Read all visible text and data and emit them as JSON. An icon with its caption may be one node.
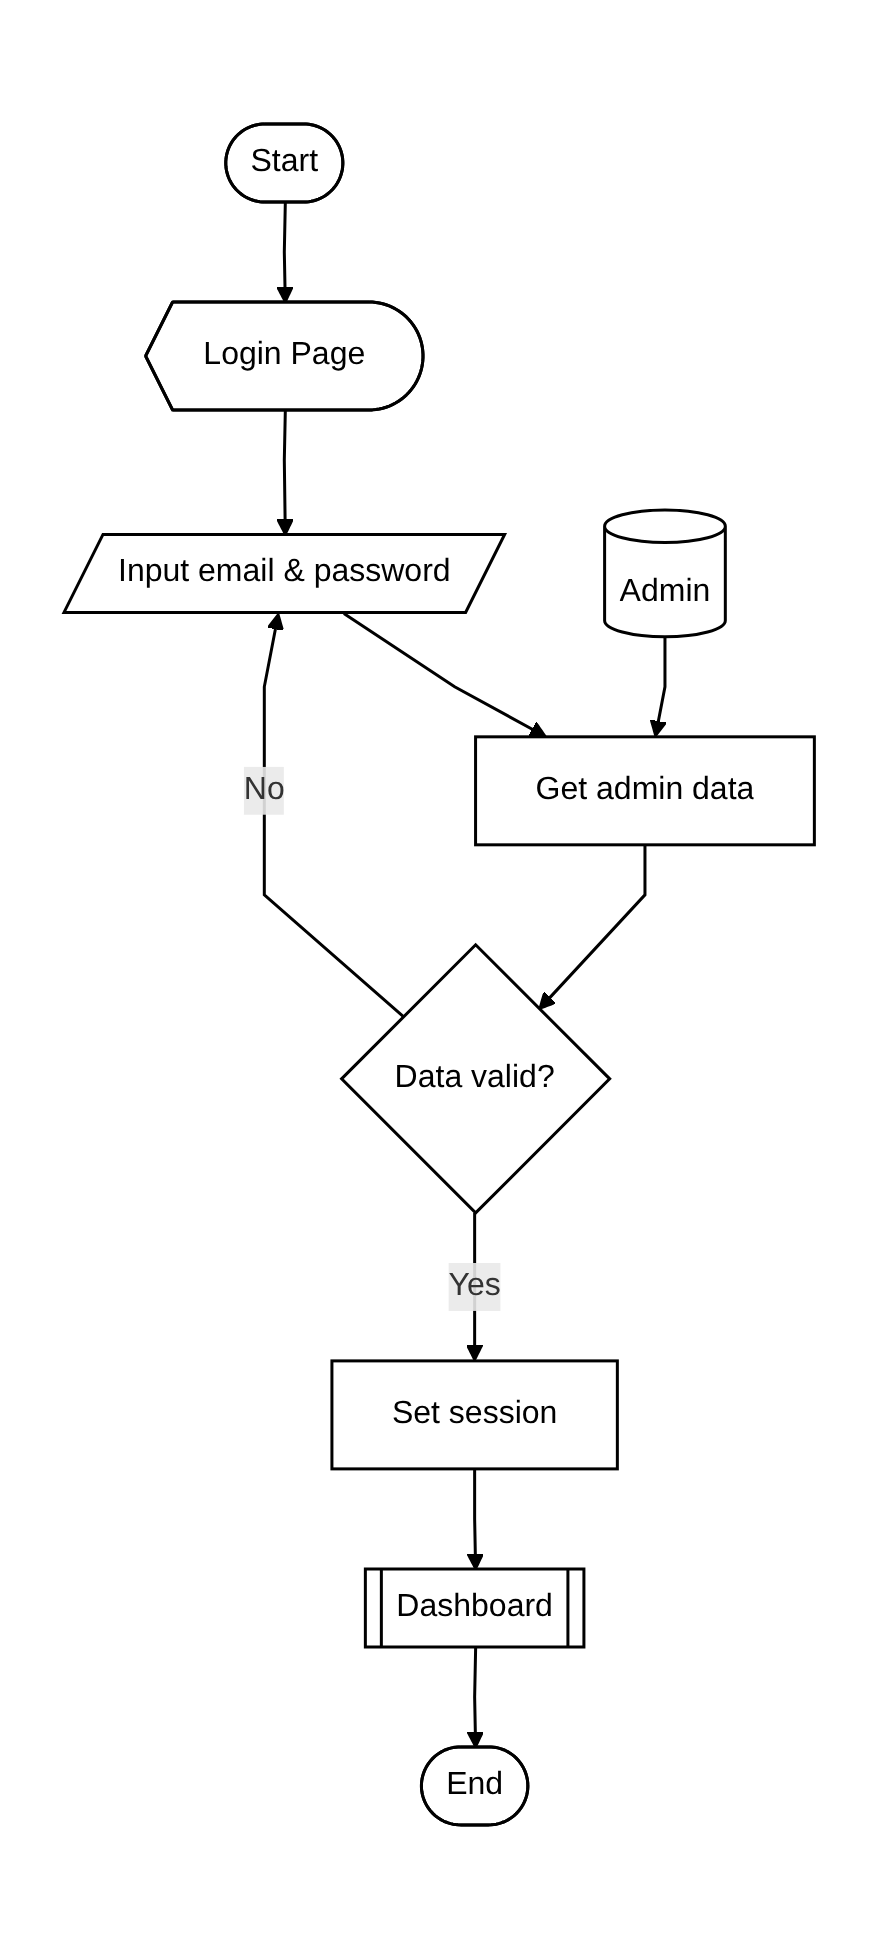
{
  "diagram": {
    "nodes": [
      {
        "text": [
          "Start"
        ]
      },
      {
        "text": [
          "Login Page"
        ]
      },
      {
        "text": [
          "Input email & password"
        ]
      },
      {
        "text": [
          "Admin"
        ]
      },
      {
        "text": [
          "Get admin data"
        ]
      },
      {
        "text": [
          "Data valid?"
        ]
      },
      {
        "text": [
          "Set session"
        ]
      },
      {
        "text": [
          "Dashboard"
        ]
      },
      {
        "text": [
          "End"
        ]
      }
    ],
    "edges": [
      {
        "from": 0,
        "to": 1,
        "arrow": "to"
      },
      {
        "from": 1,
        "to": 2,
        "arrow": "to"
      },
      {
        "from": 2,
        "to": 4,
        "arrow": "to"
      },
      {
        "from": 3,
        "to": 4,
        "arrow": "to"
      },
      {
        "from": 4,
        "to": 5,
        "arrow": "to"
      },
      {
        "from": 5,
        "to": 2,
        "arrow": "to",
        "label": "No"
      },
      {
        "from": 5,
        "to": 6,
        "arrow": "to",
        "label": "Yes"
      },
      {
        "from": 6,
        "to": 7,
        "arrow": "to"
      },
      {
        "from": 7,
        "to": 8,
        "arrow": "to"
      }
    ]
  }
}
